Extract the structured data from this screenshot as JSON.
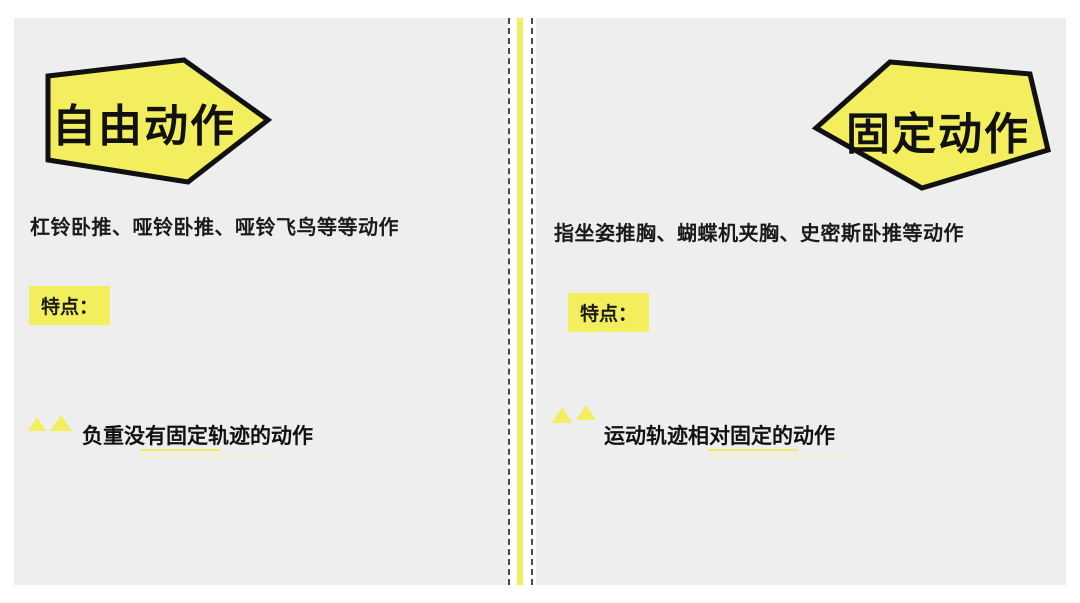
{
  "left": {
    "title": "自由动作",
    "description": "杠铃卧推、哑铃卧推、哑铃飞鸟等等动作",
    "tag_label": "特点：",
    "feature": "负重没有固定轨迹的动作"
  },
  "right": {
    "title": "固定动作",
    "description": "指坐姿推胸、蝴蝶机夹胸、史密斯卧推等动作",
    "tag_label": "特点：",
    "feature": "运动轨迹相对固定的动作"
  },
  "colors": {
    "accent": "#f2ee5e",
    "panel": "#eeeeee",
    "text": "#111111"
  },
  "icons": [
    "triangle-accent-icon",
    "pentagon-badge-shape"
  ]
}
